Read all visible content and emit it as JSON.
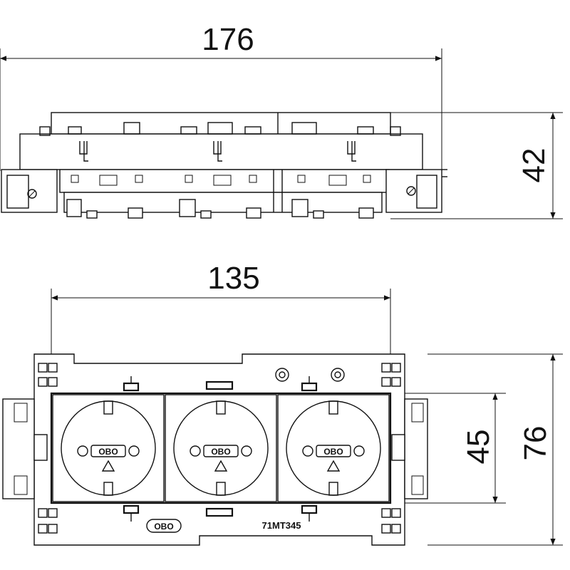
{
  "dimensions": {
    "total_width": "176",
    "height": "42",
    "frame_width": "135",
    "insert_height": "45",
    "frame_height": "76"
  },
  "sockets": [
    {
      "brand": "OBO"
    },
    {
      "brand": "OBO"
    },
    {
      "brand": "OBO"
    }
  ],
  "frame": {
    "logo": "OBO",
    "product_code": "71MT345"
  }
}
